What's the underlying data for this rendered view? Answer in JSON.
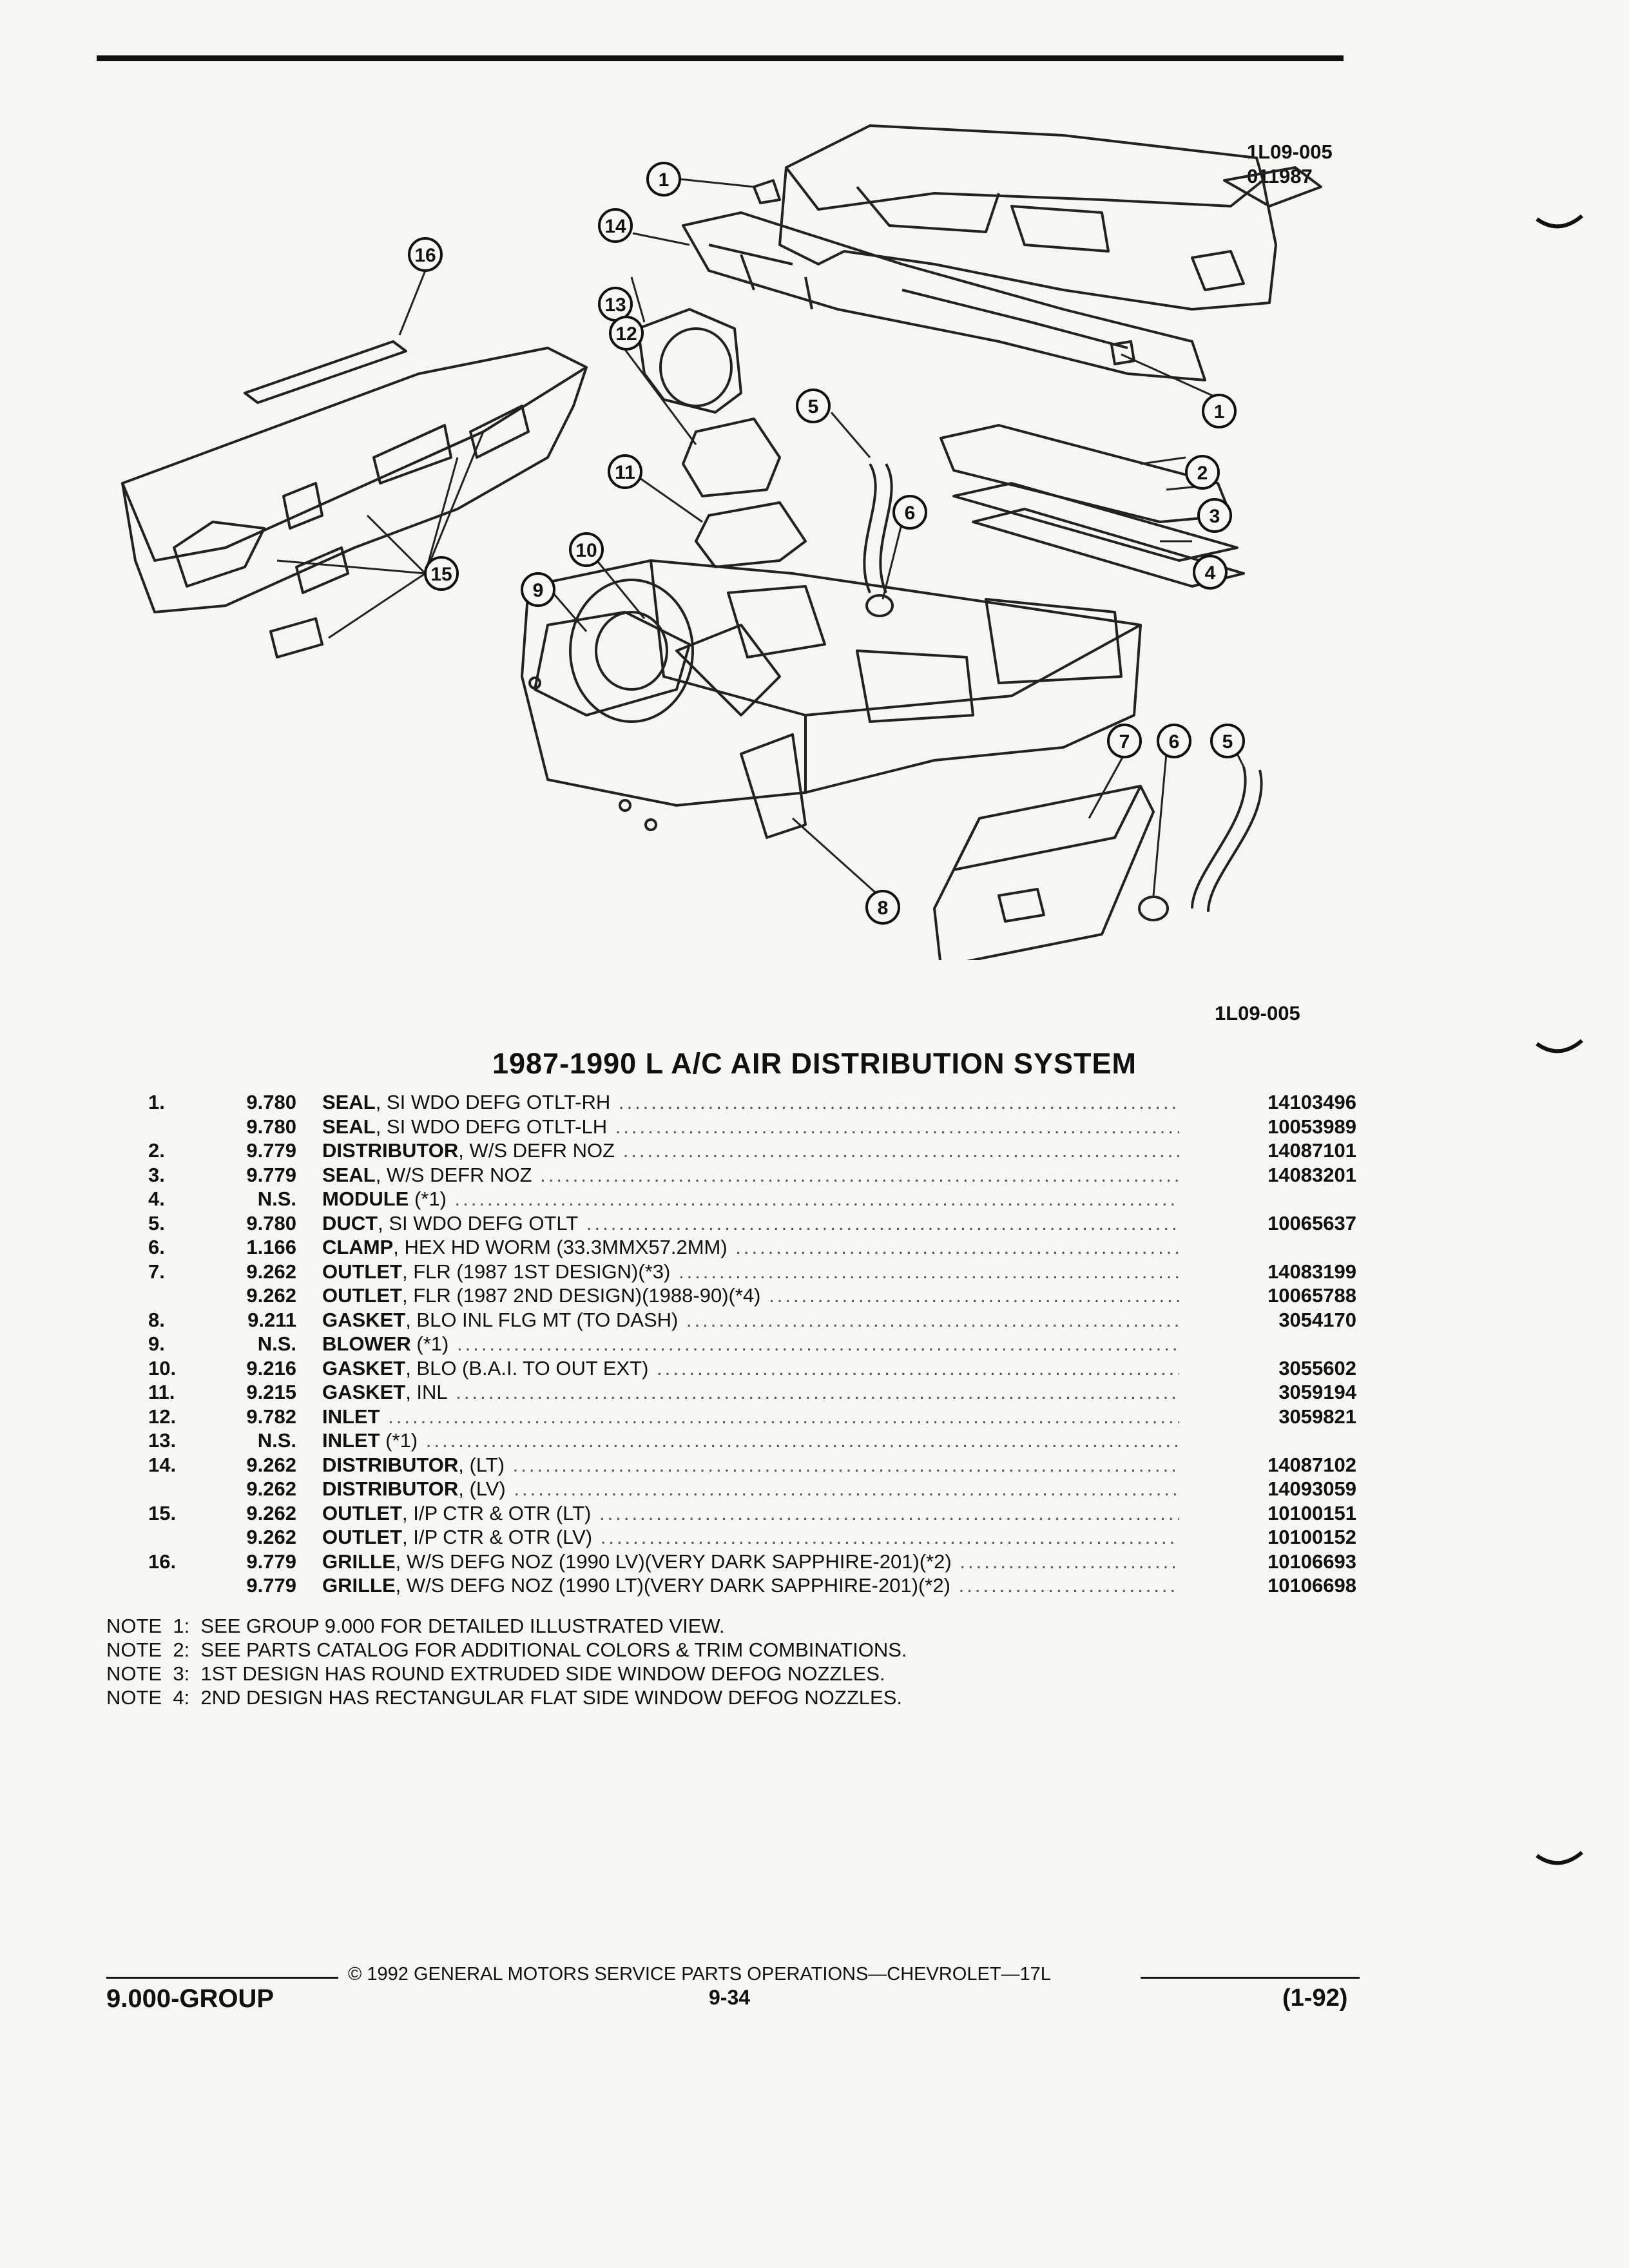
{
  "header": {
    "ref_code": "1L09-005",
    "ref_date": "011987"
  },
  "diagram": {
    "callouts": [
      "1",
      "14",
      "16",
      "13",
      "1",
      "12",
      "5",
      "2",
      "11",
      "6",
      "3",
      "10",
      "4",
      "15",
      "9",
      "7",
      "6",
      "5",
      "8"
    ],
    "figure_code": "1L09-005"
  },
  "title": "1987-1990 L A/C AIR DISTRIBUTION SYSTEM",
  "parts": [
    {
      "num": "1.",
      "group": "9.780",
      "name": "SEAL",
      "desc": ", SI WDO DEFG OTLT-RH",
      "pn": "14103496"
    },
    {
      "num": "",
      "group": "9.780",
      "name": "SEAL",
      "desc": ", SI WDO DEFG OTLT-LH",
      "pn": "10053989"
    },
    {
      "num": "2.",
      "group": "9.779",
      "name": "DISTRIBUTOR",
      "desc": ", W/S DEFR NOZ",
      "pn": "14087101"
    },
    {
      "num": "3.",
      "group": "9.779",
      "name": "SEAL",
      "desc": ", W/S DEFR NOZ",
      "pn": "14083201"
    },
    {
      "num": "4.",
      "group": "N.S.",
      "name": "MODULE",
      "desc": " (*1)",
      "pn": ""
    },
    {
      "num": "5.",
      "group": "9.780",
      "name": "DUCT",
      "desc": ", SI WDO DEFG OTLT",
      "pn": "10065637"
    },
    {
      "num": "6.",
      "group": "1.166",
      "name": "CLAMP",
      "desc": ", HEX HD WORM (33.3MMX57.2MM)",
      "pn": ""
    },
    {
      "num": "7.",
      "group": "9.262",
      "name": "OUTLET",
      "desc": ", FLR (1987 1ST DESIGN)(*3)",
      "pn": "14083199"
    },
    {
      "num": "",
      "group": "9.262",
      "name": "OUTLET",
      "desc": ", FLR (1987 2ND DESIGN)(1988-90)(*4)",
      "pn": "10065788"
    },
    {
      "num": "8.",
      "group": "9.211",
      "name": "GASKET",
      "desc": ", BLO INL FLG MT (TO DASH)",
      "pn": "3054170"
    },
    {
      "num": "9.",
      "group": "N.S.",
      "name": "BLOWER",
      "desc": " (*1)",
      "pn": ""
    },
    {
      "num": "10.",
      "group": "9.216",
      "name": "GASKET",
      "desc": ", BLO (B.A.I. TO OUT EXT)",
      "pn": "3055602"
    },
    {
      "num": "11.",
      "group": "9.215",
      "name": "GASKET",
      "desc": ", INL",
      "pn": "3059194"
    },
    {
      "num": "12.",
      "group": "9.782",
      "name": "INLET",
      "desc": "",
      "pn": "3059821"
    },
    {
      "num": "13.",
      "group": "N.S.",
      "name": "INLET",
      "desc": " (*1)",
      "pn": ""
    },
    {
      "num": "14.",
      "group": "9.262",
      "name": "DISTRIBUTOR",
      "desc": ", (LT)",
      "pn": "14087102"
    },
    {
      "num": "",
      "group": "9.262",
      "name": "DISTRIBUTOR",
      "desc": ", (LV)",
      "pn": "14093059"
    },
    {
      "num": "15.",
      "group": "9.262",
      "name": "OUTLET",
      "desc": ", I/P CTR & OTR (LT)",
      "pn": "10100151"
    },
    {
      "num": "",
      "group": "9.262",
      "name": "OUTLET",
      "desc": ", I/P CTR & OTR (LV)",
      "pn": "10100152"
    },
    {
      "num": "16.",
      "group": "9.779",
      "name": "GRILLE",
      "desc": ", W/S DEFG NOZ (1990 LV)(VERY DARK SAPPHIRE-201)(*2)",
      "pn": "10106693"
    },
    {
      "num": "",
      "group": "9.779",
      "name": "GRILLE",
      "desc": ", W/S DEFG NOZ (1990 LT)(VERY DARK SAPPHIRE-201)(*2)",
      "pn": "10106698"
    }
  ],
  "notes": [
    "NOTE  1:  SEE GROUP 9.000 FOR DETAILED ILLUSTRATED VIEW.",
    "NOTE  2:  SEE PARTS CATALOG FOR ADDITIONAL COLORS & TRIM COMBINATIONS.",
    "NOTE  3:  1ST DESIGN HAS ROUND EXTRUDED SIDE WINDOW DEFOG NOZZLES.",
    "NOTE  4:  2ND DESIGN HAS RECTANGULAR FLAT SIDE WINDOW DEFOG NOZZLES."
  ],
  "footer": {
    "copyright": "©  1992  GENERAL MOTORS SERVICE PARTS OPERATIONS—CHEVROLET—17L",
    "group": "9.000-GROUP",
    "page": "9-34",
    "date": "(1-92)"
  }
}
